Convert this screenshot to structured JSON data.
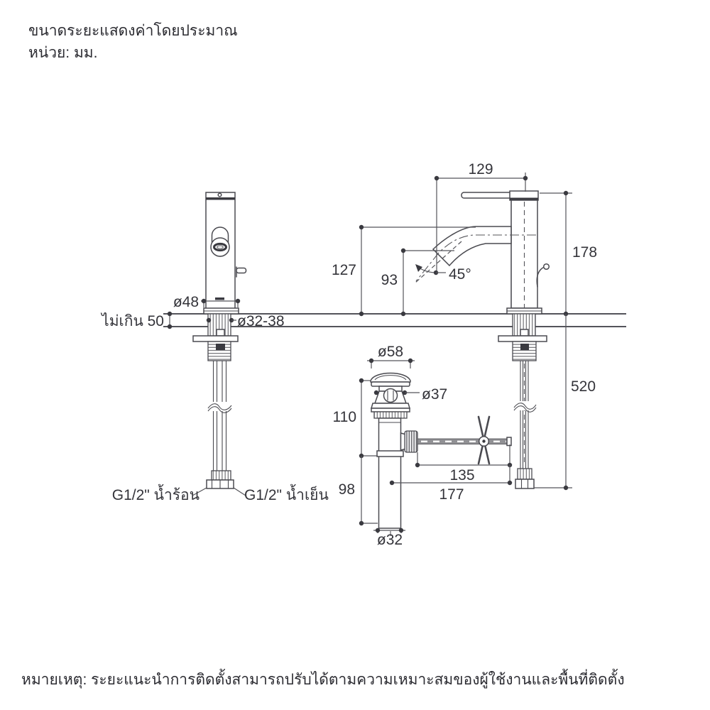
{
  "header": {
    "line1": "ขนาดระยะแสดงค่าโดยประมาณ",
    "line2": "หน่วย: มม."
  },
  "note": {
    "text": "หมายเหตุ: ระยะแนะนำการติดตั้งสามารถปรับได้ตามความเหมาะสมของผู้ใช้งานและพื้นที่ติดตั้ง"
  },
  "dimensions": {
    "spout_reach": "129",
    "total_height": "178",
    "spout_top_height": "127",
    "outlet_height": "93",
    "spout_angle": "45°",
    "base_diameter": "ø48",
    "deck_thickness_max": "ไม่เกิน 50",
    "hole_diameter": "ø32-38",
    "drain_flange_diameter": "ø58",
    "overflow_diameter": "ø37",
    "drain_upper_length": "110",
    "rod_reach": "135",
    "drain_offset": "177",
    "tailpipe_length": "98",
    "tail_diameter": "ø32",
    "hose_length": "520"
  },
  "labels": {
    "hot_supply": "G1/2\" น้ำร้อน",
    "cold_supply": "G1/2\" น้ำเย็น"
  },
  "colors": {
    "line": "#4a4a50",
    "text": "#34343a",
    "background": "#ffffff"
  }
}
